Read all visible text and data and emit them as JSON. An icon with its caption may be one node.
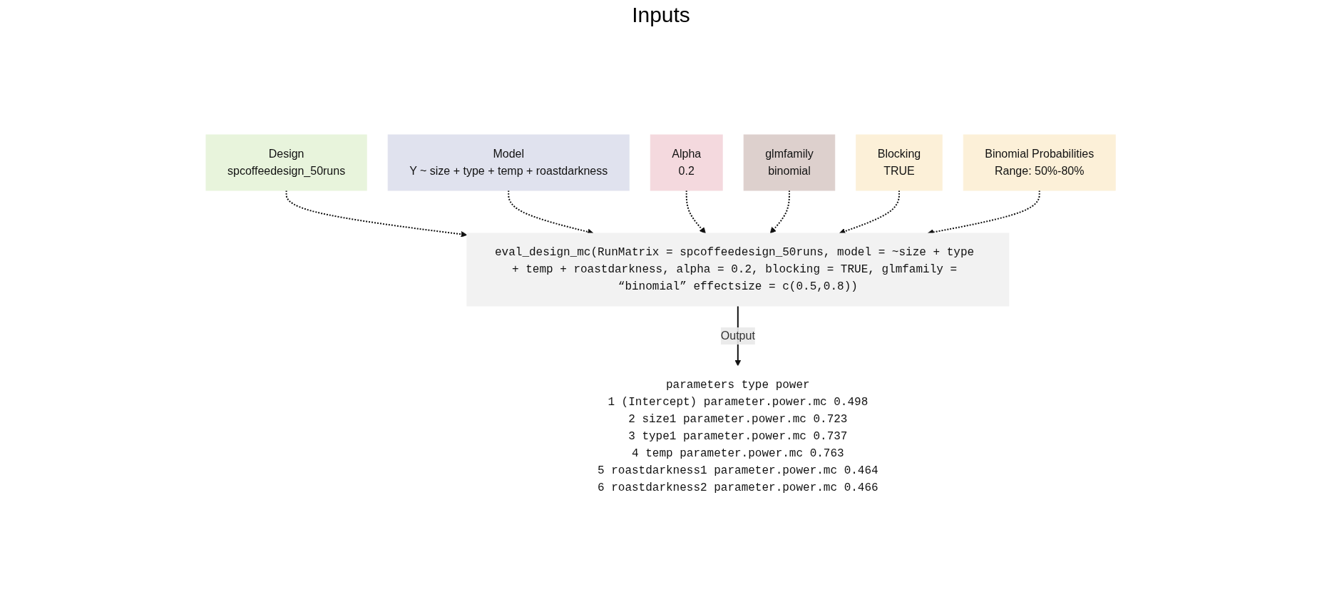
{
  "diagram": {
    "nodes": [
      {
        "text": [
          "Model",
          "Y ~ size + type + temp + roastdarkness"
        ]
      },
      {
        "text": [
          "Alpha",
          "0.2"
        ]
      },
      {
        "text": [
          "glmfamily",
          "binomial"
        ]
      },
      {
        "text": [
          "Blocking",
          "TRUE"
        ]
      },
      {
        "text": [
          "Design",
          "spcoffeedesign_50runs"
        ]
      },
      {
        "text": [
          "Binomial Probabilities",
          "Range: 50%-80%"
        ]
      },
      {
        "text": [
          "eval_design_mc(RunMatrix = spcoffeedesign_50runs, model = ~size + type + temp + roastdarkness, alpha = 0.2, blocking = TRUE, glmfamily = “binomial” effectsize = c(0.5,0.8))"
        ]
      },
      {
        "text": [
          "parameters type power",
          "1 (Intercept) parameter.power.mc 0.498",
          "2 size1 parameter.power.mc 0.723",
          "3 type1 parameter.power.mc 0.737",
          "4 temp parameter.power.mc 0.763",
          "5 roastdarkness1 parameter.power.mc 0.464",
          "6 roastdarkness2 parameter.power.mc 0.466"
        ]
      }
    ],
    "edges": [
      {
        "from": 4,
        "to": 6,
        "arrow": "to",
        "style": "dashed"
      },
      {
        "from": 0,
        "to": 6,
        "arrow": "to",
        "style": "dashed"
      },
      {
        "from": 1,
        "to": 6,
        "arrow": "to",
        "style": "dashed"
      },
      {
        "from": 2,
        "to": 6,
        "arrow": "to",
        "style": "dashed"
      },
      {
        "from": 3,
        "to": 6,
        "arrow": "to",
        "style": "dashed"
      },
      {
        "from": 5,
        "to": 6,
        "arrow": "to",
        "style": "dashed"
      },
      {
        "from": 6,
        "to": 7,
        "arrow": "to",
        "label": "Output"
      }
    ],
    "labels": [
      "Inputs"
    ]
  }
}
